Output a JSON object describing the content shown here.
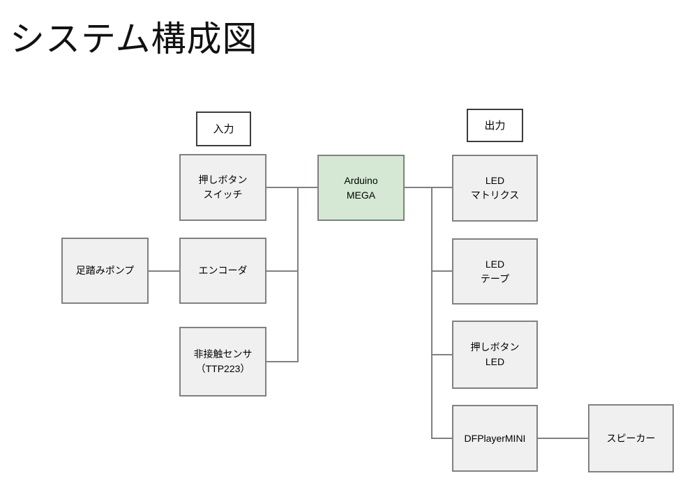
{
  "page": {
    "title": "システム構成図"
  },
  "colors": {
    "background": "#ffffff",
    "node-fill": "#f0f0f0",
    "node-border": "#808080",
    "mcu-fill": "#d5e8d4",
    "label-border": "#3c3c3c",
    "line": "#808080",
    "text": "#000000"
  },
  "labels": {
    "input": "入力",
    "output": "出力"
  },
  "nodes": {
    "push_button_switch": "押しボタン\nスイッチ",
    "foot_pump": "足踏みポンプ",
    "encoder": "エンコーダ",
    "touch_sensor": "非接触センサ\n（TTP223）",
    "arduino_mega": "Arduino\nMEGA",
    "led_matrix": "LED\nマトリクス",
    "led_tape": "LED\nテープ",
    "push_button_led": "押しボタン\nLED",
    "dfplayer_mini": "DFPlayerMINI",
    "speaker": "スピーカー"
  },
  "connections": [
    {
      "from": "足踏みポンプ",
      "to": "エンコーダ"
    },
    {
      "from": "押しボタンスイッチ",
      "to": "Arduino MEGA"
    },
    {
      "from": "エンコーダ",
      "to": "Arduino MEGA"
    },
    {
      "from": "非接触センサ（TTP223）",
      "to": "Arduino MEGA"
    },
    {
      "from": "Arduino MEGA",
      "to": "LEDマトリクス"
    },
    {
      "from": "Arduino MEGA",
      "to": "LEDテープ"
    },
    {
      "from": "Arduino MEGA",
      "to": "押しボタンLED"
    },
    {
      "from": "Arduino MEGA",
      "to": "DFPlayerMINI"
    },
    {
      "from": "DFPlayerMINI",
      "to": "スピーカー"
    }
  ]
}
